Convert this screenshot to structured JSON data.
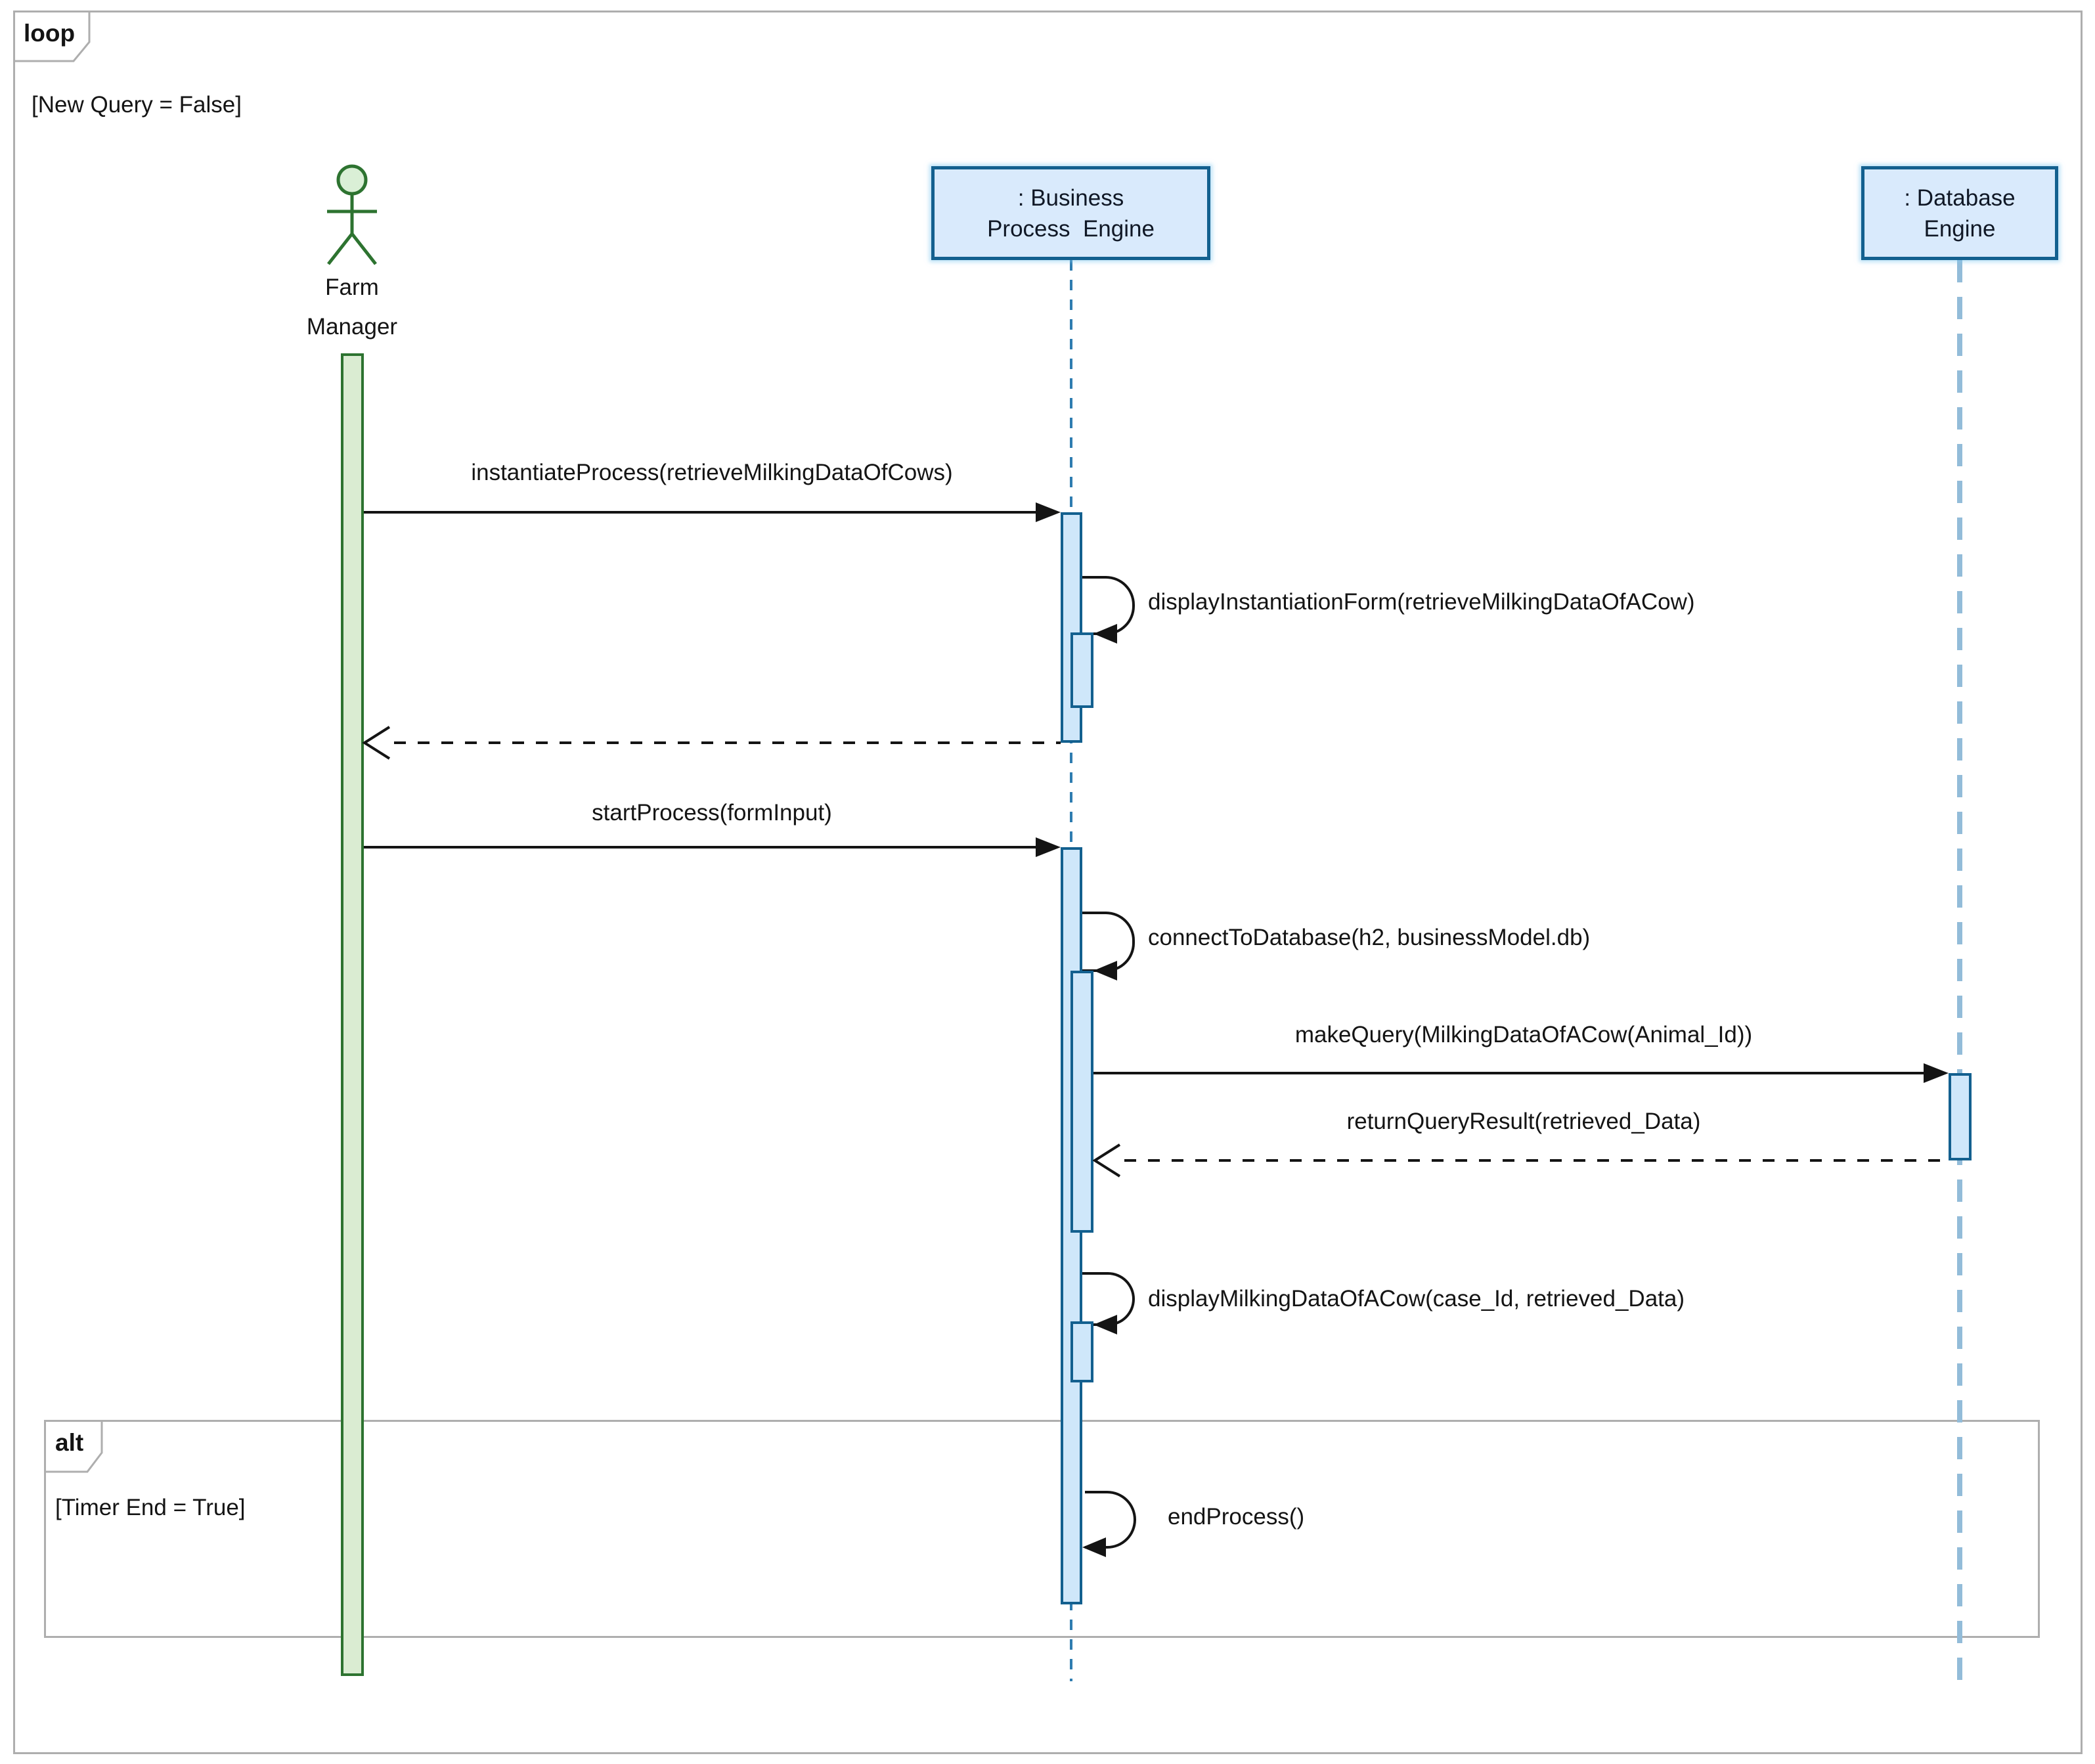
{
  "diagram_type": "uml-sequence-diagram",
  "fragments": {
    "loop": {
      "label": "loop",
      "guard": "[New Query = False]"
    },
    "alt": {
      "label": "alt",
      "guard": "[Timer End = True]"
    }
  },
  "lifelines": {
    "farm_manager": {
      "type": "actor",
      "name_line1": "Farm",
      "name_line2": "Manager"
    },
    "business_process_engine": {
      "type": "object",
      "name_line1": ": Business",
      "name_line2": "Process  Engine"
    },
    "database_engine": {
      "type": "object",
      "name_line1": ": Database",
      "name_line2": "Engine"
    }
  },
  "messages": {
    "m0": {
      "label": "instantiateProcess(retrieveMilkingDataOfCows)",
      "kind": "sync",
      "from": "farm_manager",
      "to": "business_process_engine"
    },
    "m1": {
      "label": "displayInstantiationForm(retrieveMilkingDataOfACow)",
      "kind": "self",
      "on": "business_process_engine"
    },
    "m2": {
      "label": "",
      "kind": "return",
      "from": "business_process_engine",
      "to": "farm_manager"
    },
    "m3": {
      "label": "startProcess(formInput)",
      "kind": "sync",
      "from": "farm_manager",
      "to": "business_process_engine"
    },
    "m4": {
      "label": "connectToDatabase(h2, businessModel.db)",
      "kind": "self",
      "on": "business_process_engine"
    },
    "m5": {
      "label": "makeQuery(MilkingDataOfACow(Animal_Id))",
      "kind": "sync",
      "from": "business_process_engine",
      "to": "database_engine"
    },
    "m6": {
      "label": "returnQueryResult(retrieved_Data)",
      "kind": "return",
      "from": "database_engine",
      "to": "business_process_engine"
    },
    "m7": {
      "label": "displayMilkingDataOfACow(case_Id, retrieved_Data)",
      "kind": "self",
      "on": "business_process_engine"
    },
    "m8": {
      "label": "endProcess()",
      "kind": "self",
      "on": "business_process_engine"
    }
  },
  "colors": {
    "frame_gray": "#aeaeae",
    "blue_border": "#13608f",
    "blue_fill": "#d9eafc",
    "bar_blue_fill": "#cfe7fa",
    "green": "#2d7330",
    "green_fill": "#daecd2",
    "lifeline_blue": "#2e7cb0",
    "db_lifeline": "#93bcd9",
    "ink": "#141414"
  }
}
